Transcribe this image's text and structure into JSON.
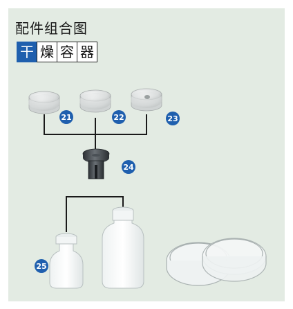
{
  "header": {
    "title": "配件组合图",
    "chars": [
      "干",
      "燥",
      "容",
      "器"
    ],
    "active_char_index": 0
  },
  "parts": [
    {
      "id": "21",
      "icon": "white-stopper-icon"
    },
    {
      "id": "22",
      "icon": "white-stopper-icon"
    },
    {
      "id": "23",
      "icon": "white-stopper-with-hole-icon"
    },
    {
      "id": "24",
      "icon": "dark-stopper-icon"
    },
    {
      "id": "25",
      "icon": "small-vial-icon"
    }
  ],
  "colors": {
    "panel_bg": "#e3ebe3",
    "badge": "#1f5fae",
    "active_char_bg": "#1f5fae",
    "line": "#1a1a1a"
  }
}
